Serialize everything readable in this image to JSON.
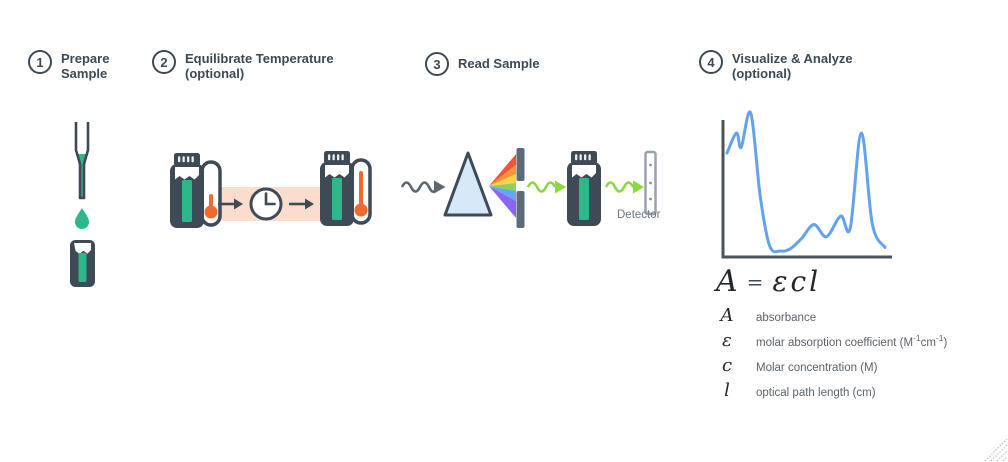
{
  "page": {
    "background": "#ffffff"
  },
  "palette": {
    "outline_dark": "#3e4a56",
    "text_dark": "#3d4a55",
    "text_gray": "#6f7a86",
    "legend_gray": "#5b626b",
    "liquid_green": "#2cb889",
    "thermo_orange": "#f2692e",
    "band_pink": "#fbdccd",
    "prism_blue": "#d7e9f8",
    "wave_gray": "#5c6770",
    "wave_green": "#8cd83f",
    "curve_blue": "#64a2f0",
    "axis_gray": "#4a545e",
    "detector_border": "#9aa2ac",
    "resize_gray": "#bfc2c6"
  },
  "steps": [
    {
      "number": "1",
      "title_line1": "Prepare",
      "title_line2": "Sample"
    },
    {
      "number": "2",
      "title_line1": "Equilibrate Temperature",
      "title_line2": "(optional)"
    },
    {
      "number": "3",
      "title_line1": "Read Sample",
      "title_line2": ""
    },
    {
      "number": "4",
      "title_line1": "Visualize & Analyze",
      "title_line2": "(optional)"
    }
  ],
  "step3": {
    "detector_label": "Detector"
  },
  "icons": {
    "pipette-icon": "pipette tip dispensing sample",
    "droplet-icon": "green sample drop",
    "cuvette-icon": "cuvette vial with green sample",
    "vial-thermometer-cold-icon": "vial with low thermometer reading",
    "clock-icon": "waiting time clock",
    "vial-thermometer-warm-icon": "vial with high thermometer reading",
    "arrow-right-icon": "process arrow",
    "light-wave-icon": "incident light wave",
    "prism-icon": "dispersing prism",
    "spectrum-fan-icon": "rainbow dispersed light",
    "slit-icon": "wavelength selection slit",
    "monochromatic-wave-icon": "selected green wavelength",
    "detector-icon": "photo detector strip",
    "resize-handle-icon": "window resize grip"
  },
  "formula": {
    "parts": {
      "a": "A",
      "equals": "=",
      "ecl": "εcl"
    },
    "legend": [
      {
        "symbol": "A",
        "desc": "absorbance"
      },
      {
        "symbol": "ε",
        "desc_parts": {
          "p1": "molar absorption coefficient (M",
          "s1": "-1",
          "p2": "cm",
          "s2": "-1",
          "p3": ")"
        }
      },
      {
        "symbol": "c",
        "desc": "Molar concentration (M)"
      },
      {
        "symbol": "l",
        "desc": "optical path length (cm)"
      }
    ]
  },
  "chart_data": {
    "type": "line",
    "title": "",
    "xlabel": "",
    "ylabel": "",
    "x_range_percent": [
      0,
      100
    ],
    "y_range_normalized": [
      0,
      1
    ],
    "grid": false,
    "legend_position": "none",
    "line_color": "#64a2f0",
    "axis_color": "#4a545e",
    "points": [
      [
        0,
        0.72
      ],
      [
        6,
        0.86
      ],
      [
        9,
        0.76
      ],
      [
        15,
        1.0
      ],
      [
        21,
        0.42
      ],
      [
        27,
        0.07
      ],
      [
        34,
        0.035
      ],
      [
        40,
        0.05
      ],
      [
        47,
        0.12
      ],
      [
        55,
        0.22
      ],
      [
        63,
        0.135
      ],
      [
        72,
        0.28
      ],
      [
        78,
        0.195
      ],
      [
        85,
        0.86
      ],
      [
        92,
        0.22
      ],
      [
        100,
        0.06
      ]
    ]
  }
}
